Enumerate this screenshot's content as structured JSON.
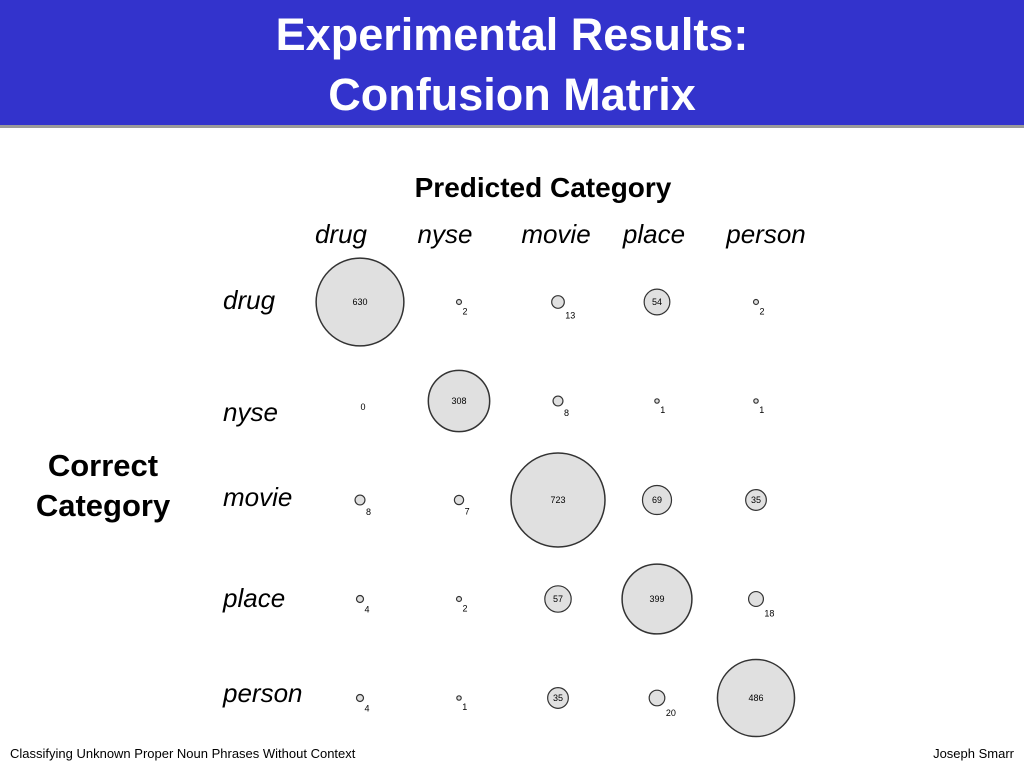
{
  "slide": {
    "title_line1": "Experimental Results:",
    "title_line2": "Confusion Matrix",
    "footer_left": "Classifying Unknown Proper Noun Phrases Without Context",
    "footer_right": "Joseph Smarr",
    "bubble_fill": "#e0e0e0",
    "bubble_stroke": "#333333",
    "title_bar_color": "#3333cc"
  },
  "chart_data": {
    "type": "bubble",
    "xlabel": "Predicted Category",
    "ylabel_line1": "Correct",
    "ylabel_line2": "Category",
    "columns": [
      "drug",
      "nyse",
      "movie",
      "place",
      "person"
    ],
    "rows": [
      "drug",
      "nyse",
      "movie",
      "place",
      "person"
    ],
    "values": [
      [
        630,
        2,
        13,
        54,
        2
      ],
      [
        0,
        308,
        8,
        1,
        1
      ],
      [
        8,
        7,
        723,
        69,
        35
      ],
      [
        4,
        2,
        57,
        399,
        18
      ],
      [
        4,
        1,
        35,
        20,
        486
      ]
    ],
    "legend": "none",
    "grid": false
  }
}
